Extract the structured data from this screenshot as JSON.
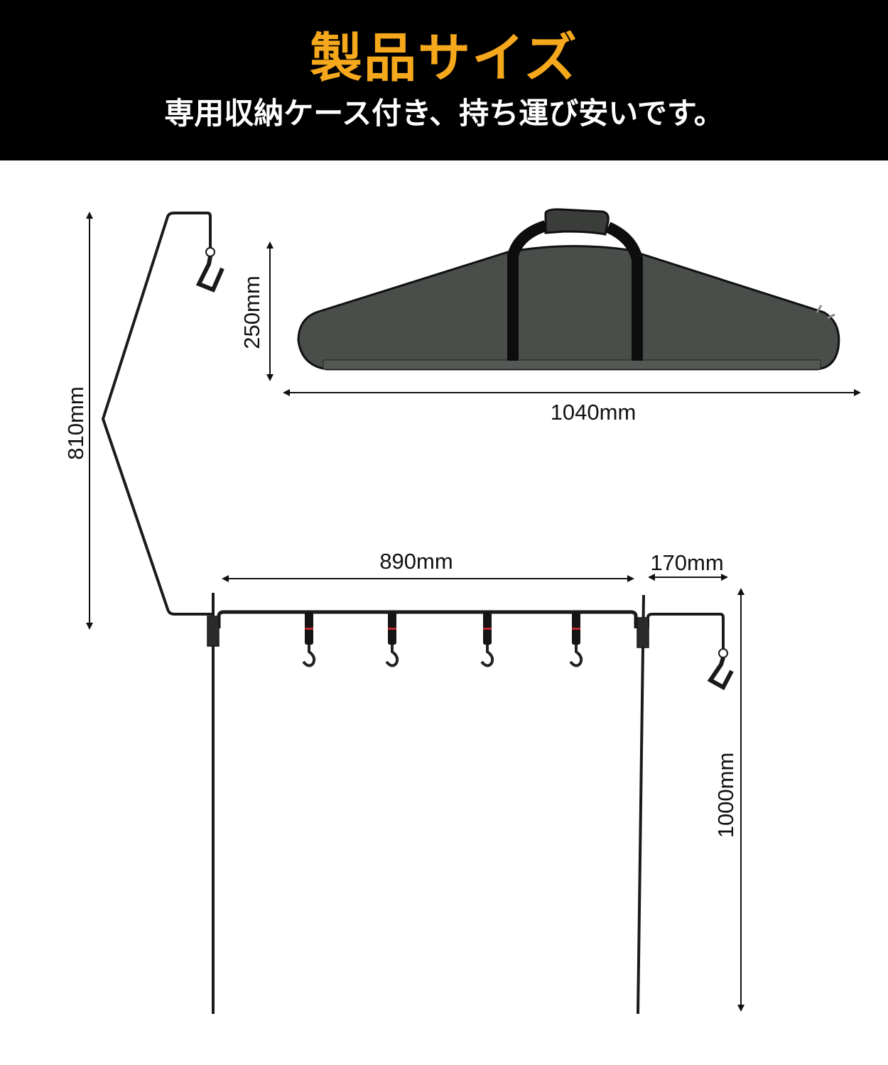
{
  "header": {
    "title": "製品サイズ",
    "subtitle": "専用収納ケース付き、持ち運び安いです。"
  },
  "dimensions": {
    "height_arm": "810mm",
    "bag_height": "250mm",
    "bag_length": "1040mm",
    "bar_width": "890mm",
    "side_arm": "170mm",
    "pole_height": "1000mm"
  },
  "colors": {
    "title": "#f6a81c",
    "header_bg": "#000000",
    "bag": "#4a4e4a",
    "metal": "#1a1a1a"
  },
  "hook_count": 4
}
